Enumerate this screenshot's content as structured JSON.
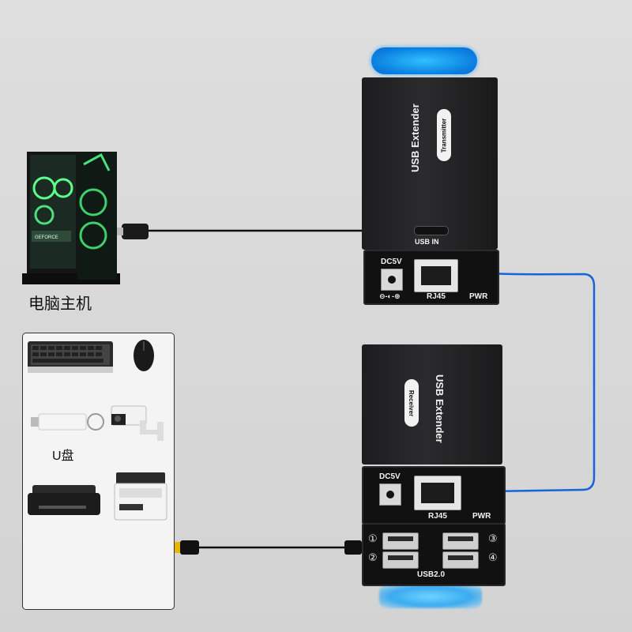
{
  "pc": {
    "label": "电脑主机",
    "brand_text": "GEFORCE"
  },
  "transmitter": {
    "title": "USB Extender",
    "badge": "Transmitter",
    "port_usb_in": "USB IN",
    "dc_label": "DC5V",
    "rj45_label": "RJ45",
    "pwr_label": "PWR",
    "polarity": "⊖-◐-⊕"
  },
  "receiver": {
    "title": "USB Extender",
    "badge": "Receiver",
    "dc_label": "DC5V",
    "rj45_label": "RJ45",
    "pwr_label": "PWR",
    "usb_label": "USB2.0",
    "port_numbers": [
      "①",
      "②",
      "③",
      "④"
    ]
  },
  "devices_panel": {
    "usb_drive_label": "U盘"
  },
  "colors": {
    "cable_blue": "#1565d8",
    "glow_blue": "#1a9bf0",
    "box_black": "#1e1e20"
  }
}
